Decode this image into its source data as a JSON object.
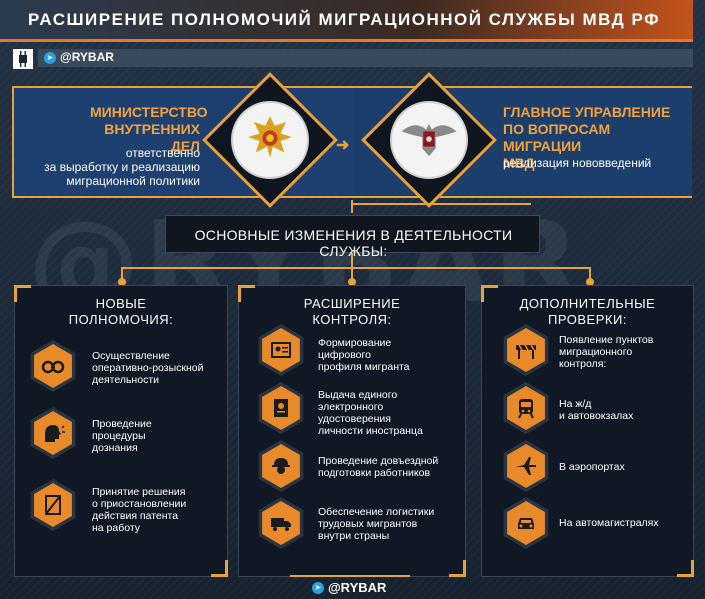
{
  "header": {
    "title": "РАСШИРЕНИЕ ПОЛНОМОЧИЙ МИГРАЦИОННОЙ СЛУЖБЫ МВД РФ",
    "brand": "@RYBAR",
    "telegram_icon": "telegram-icon",
    "qr_icon": "qr-code-icon",
    "accent_color": "#e8772e"
  },
  "watermark": "@RYBAR",
  "organizations": {
    "left": {
      "name": "МИНИСТЕРСТВО\nВНУТРЕННИХ ДЕЛ",
      "desc": "ответственно\nза выработку и реализацию\nмиграционной политики",
      "emblem": "mvd-emblem-icon"
    },
    "right": {
      "name": "ГЛАВНОЕ УПРАВЛЕНИЕ\nПО ВОПРОСАМ МИГРАЦИИ\nМВД",
      "desc": "реализация нововведений",
      "emblem": "gumvd-emblem-icon"
    },
    "arrow": "arrow-right-icon"
  },
  "changes_title": "ОСНОВНЫЕ ИЗМЕНЕНИЯ В ДЕЯТЕЛЬНОСТИ СЛУЖБЫ:",
  "panels": [
    {
      "title": "НОВЫЕ\nПОЛНОМОЧИЯ:",
      "items": [
        {
          "icon": "handcuffs-icon",
          "text": "Осуществление\nоперативно-розыскной\nдеятельности"
        },
        {
          "icon": "speaking-head-icon",
          "text": "Проведение\nпроцедуры\nдознания"
        },
        {
          "icon": "document-cancel-icon",
          "text": "Принятие решения\nо приостановлении\nдействия патента\nна работу"
        }
      ]
    },
    {
      "title": "РАСШИРЕНИЕ\nКОНТРОЛЯ:",
      "items": [
        {
          "icon": "id-card-icon",
          "text": "Формирование\nцифрового\nпрофиля мигранта"
        },
        {
          "icon": "passport-icon",
          "text": "Выдача единого\nэлектронного\nудостоверения\nличности иностранца"
        },
        {
          "icon": "worker-helmet-icon",
          "text": "Проведение довъездной\nподготовки работников"
        },
        {
          "icon": "truck-icon",
          "text": "Обеспечение логистики\nтрудовых мигрантов\nвнутри страны"
        }
      ]
    },
    {
      "title": "ДОПОЛНИТЕЛЬНЫЕ\nПРОВЕРКИ:",
      "items": [
        {
          "icon": "barrier-icon",
          "text": "Появление пунктов\nмиграционного\nконтроля:"
        },
        {
          "icon": "train-icon",
          "text": "На ж/д\nи автовокзалах"
        },
        {
          "icon": "airplane-icon",
          "text": "В аэропортах"
        },
        {
          "icon": "car-icon",
          "text": "На автомагистралях"
        }
      ]
    }
  ],
  "footer": {
    "brand": "@RYBAR"
  }
}
